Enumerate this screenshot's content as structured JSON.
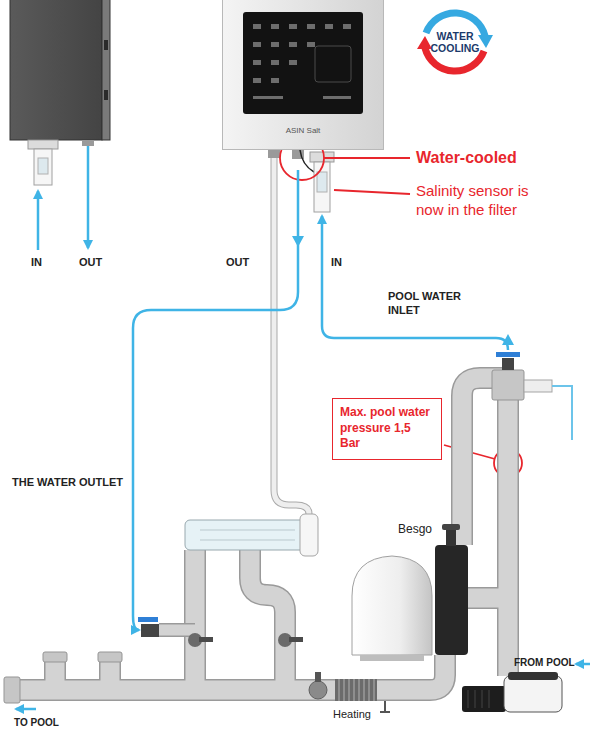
{
  "diagram": {
    "nodes": [
      {
        "text": [
          "ASIN Salt"
        ]
      },
      {
        "text": [
          "WATER COOLING"
        ]
      },
      {
        "text": [
          "Max. pool water pressure 1,5 Bar"
        ]
      }
    ],
    "labels": [
      "Water-cooled",
      "Salinity sensor is now in the filter",
      "IN",
      "OUT",
      "OUT",
      "IN",
      "POOL WATER INLET",
      "THE WATER OUTLET",
      "Besgo",
      "FROM POOL",
      "TO POOL",
      "Heating"
    ]
  }
}
